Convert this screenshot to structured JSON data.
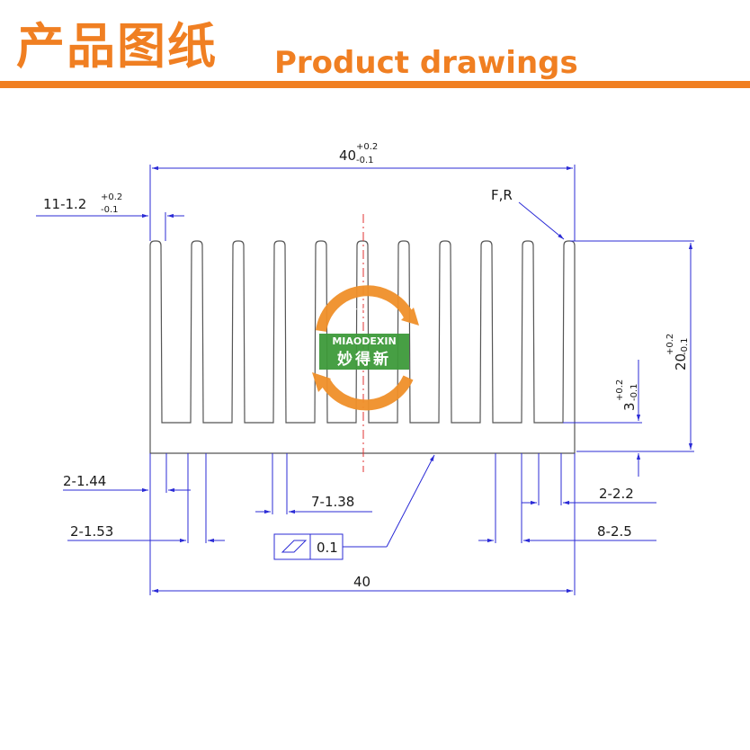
{
  "header": {
    "title_cn": "产品图纸",
    "title_en": "Product drawings",
    "accent_color": "#f07f22"
  },
  "drawing": {
    "dim_width_top": "40",
    "dim_width_top_tol_plus": "+0.2",
    "dim_width_top_tol_minus": "-0.1",
    "dim_fins": "11-1.2",
    "dim_fins_tol_plus": "+0.2",
    "dim_fins_tol_minus": "-0.1",
    "fillet_label": "F,R",
    "dim_height": "20",
    "dim_height_tol_plus": "+0.2",
    "dim_height_tol_minus": "-0.1",
    "dim_base": "3",
    "dim_base_tol_plus": "+0.2",
    "dim_base_tol_minus": "-0.1",
    "dim_2_144": "2-1.44",
    "dim_2_153": "2-1.53",
    "dim_7_138": "7-1.38",
    "dim_2_22": "2-2.2",
    "dim_8_25": "8-2.5",
    "flatness_value": "0.1",
    "dim_width_bottom": "40",
    "watermark_brand": "MIAODEXIN",
    "watermark_cn": "妙得新",
    "line_color": "#2b2bd6"
  }
}
